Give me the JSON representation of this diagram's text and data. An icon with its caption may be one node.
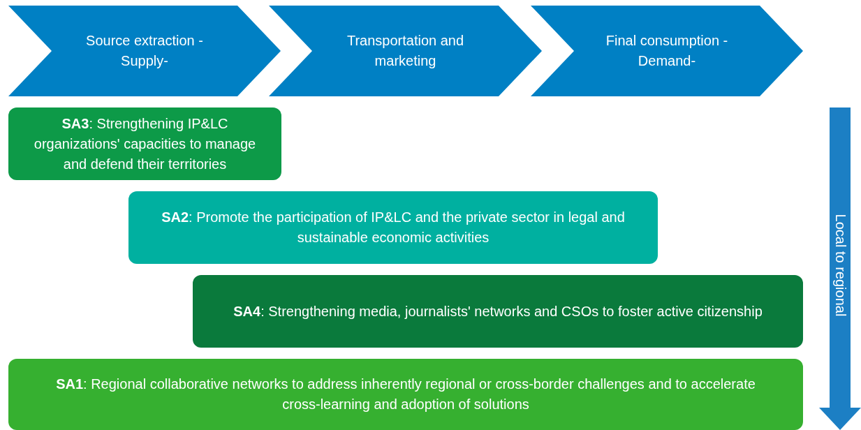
{
  "diagram": {
    "nodes": [
      {
        "text": [
          "Source extraction -Supply-"
        ]
      },
      {
        "text": [
          "Transportation and marketing"
        ]
      },
      {
        "text": [
          "Final consumption -Demand-"
        ]
      },
      {
        "text": [
          "**SA3**: Strengthening IP&LC organizations' capacities to manage and defend their territories"
        ]
      },
      {
        "text": [
          "**SA2**: Promote the participation of IP&LC and the private sector in legal and sustainable economic activities"
        ]
      },
      {
        "text": [
          "**SA4**: Strengthening media, journalists' networks and CSOs to foster active citizenship"
        ]
      },
      {
        "text": [
          "**SA1**: Regional collaborative networks to address inherently regional or cross-border challenges and to accelerate cross-learning and adoption of solutions"
        ]
      }
    ],
    "edges": [],
    "labels": [
      "Local to regional"
    ]
  }
}
